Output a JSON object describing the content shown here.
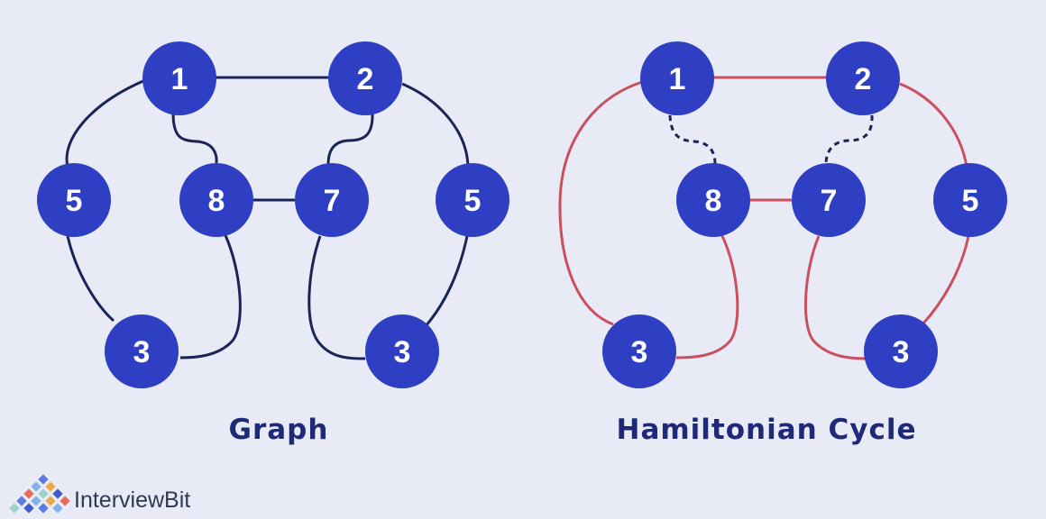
{
  "colors": {
    "background": "#E8EBF6",
    "node_fill": "#2E3FC4",
    "node_text": "#FFFFFF",
    "graph_edge": "#1A2456",
    "cycle_edge": "#C9505E",
    "dashed_edge": "#1A2456",
    "caption": "#1E2A78"
  },
  "graph": {
    "caption": "Graph",
    "nodes": [
      {
        "id": "g1",
        "label": "1"
      },
      {
        "id": "g2",
        "label": "2"
      },
      {
        "id": "g5l",
        "label": "5"
      },
      {
        "id": "g8",
        "label": "8"
      },
      {
        "id": "g7",
        "label": "7"
      },
      {
        "id": "g5r",
        "label": "5"
      },
      {
        "id": "g3l",
        "label": "3"
      },
      {
        "id": "g3r",
        "label": "3"
      }
    ],
    "edges": [
      [
        "1",
        "2"
      ],
      [
        "1",
        "5"
      ],
      [
        "1",
        "8"
      ],
      [
        "2",
        "7"
      ],
      [
        "2",
        "5"
      ],
      [
        "8",
        "7"
      ],
      [
        "5",
        "3"
      ],
      [
        "8",
        "3"
      ],
      [
        "7",
        "3"
      ],
      [
        "5",
        "3"
      ]
    ]
  },
  "hamiltonian": {
    "caption": "Hamiltonian Cycle",
    "nodes": [
      {
        "id": "h1",
        "label": "1"
      },
      {
        "id": "h2",
        "label": "2"
      },
      {
        "id": "h8",
        "label": "8"
      },
      {
        "id": "h7",
        "label": "7"
      },
      {
        "id": "h5",
        "label": "5"
      },
      {
        "id": "h3l",
        "label": "3"
      },
      {
        "id": "h3r",
        "label": "3"
      }
    ],
    "cycle_edges": [
      [
        "1",
        "2"
      ],
      [
        "2",
        "5"
      ],
      [
        "5",
        "3"
      ],
      [
        "3",
        "7"
      ],
      [
        "7",
        "8"
      ],
      [
        "8",
        "3"
      ],
      [
        "3",
        "1"
      ]
    ],
    "unused_edges": [
      [
        "1",
        "8"
      ],
      [
        "2",
        "7"
      ]
    ]
  },
  "brand": {
    "name": "InterviewBit",
    "logo_icon": "diamond-grid-logo-icon"
  }
}
